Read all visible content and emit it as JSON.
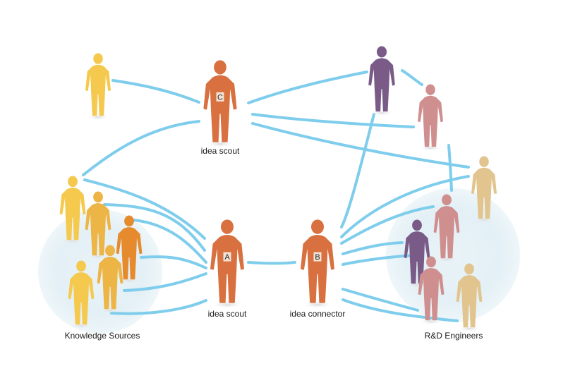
{
  "colors": {
    "connector": "#7fcdec",
    "scout": "#d9703f",
    "yellow": "#f5c94e",
    "gold": "#edb446",
    "orange": "#e68a2e",
    "purple": "#7a5b88",
    "mauve": "#cf8f8f",
    "tan": "#e2c48f",
    "halo": "#e6f2f6"
  },
  "labels": {
    "scout_c": "idea scout",
    "scout_a": "idea scout",
    "connector_b": "idea connector",
    "knowledge_sources": "Knowledge Sources",
    "rd_engineers": "R&D Engineers"
  },
  "badges": {
    "c": "C",
    "a": "A",
    "b": "B"
  },
  "figures": [
    {
      "name": "top-left-source-person",
      "color": "yellow"
    },
    {
      "name": "scout-c-person",
      "color": "scout",
      "badge": "c"
    },
    {
      "name": "top-right-purple-engineer",
      "color": "purple"
    },
    {
      "name": "top-right-mauve-engineer",
      "color": "mauve"
    },
    {
      "name": "knowledge-source-person-1",
      "color": "yellow"
    },
    {
      "name": "knowledge-source-person-2",
      "color": "gold"
    },
    {
      "name": "knowledge-source-person-3",
      "color": "orange"
    },
    {
      "name": "knowledge-source-person-4",
      "color": "gold"
    },
    {
      "name": "knowledge-source-person-5",
      "color": "yellow"
    },
    {
      "name": "scout-a-person",
      "color": "scout",
      "badge": "a"
    },
    {
      "name": "connector-b-person",
      "color": "scout",
      "badge": "b"
    },
    {
      "name": "rd-engineer-tan-top",
      "color": "tan"
    },
    {
      "name": "rd-engineer-mauve-1",
      "color": "mauve"
    },
    {
      "name": "rd-engineer-purple",
      "color": "purple"
    },
    {
      "name": "rd-engineer-mauve-2",
      "color": "mauve"
    },
    {
      "name": "rd-engineer-tan-bottom",
      "color": "tan"
    }
  ]
}
